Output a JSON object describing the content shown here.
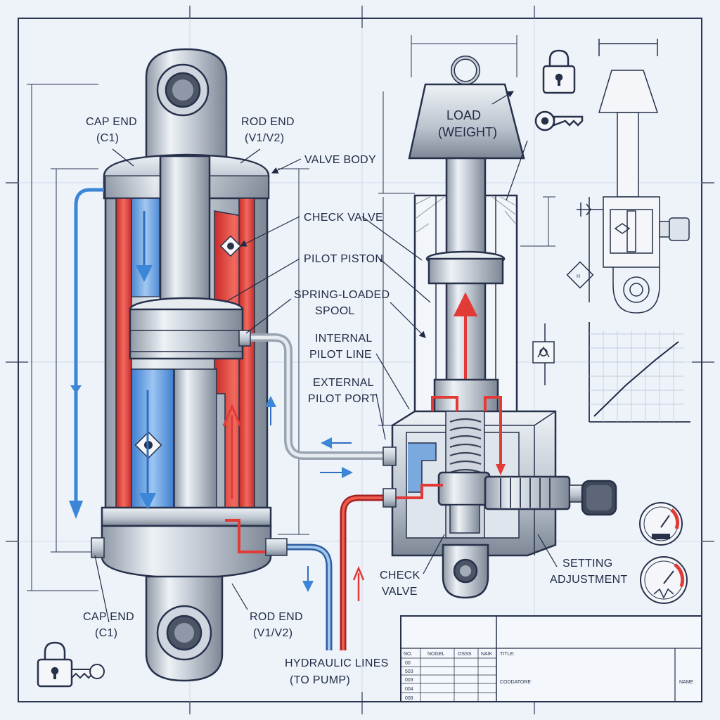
{
  "labels": {
    "cap_end_top": [
      "CAP END",
      "(C1)"
    ],
    "rod_end_top": [
      "ROD END",
      "(V1/V2)"
    ],
    "valve_body": "VALVE BODY",
    "check_valve_top": "CHECK VALVE",
    "pilot_piston": "PILOT PISTON",
    "spring_loaded_spool": [
      "SPRING-LOADED",
      "SPOOL"
    ],
    "internal_pilot_line": [
      "INTERNAL",
      "PILOT LINE"
    ],
    "external_pilot_port": [
      "EXTERNAL",
      "PILOT PORT"
    ],
    "cap_end_bottom": [
      "CAP END",
      "(C1)"
    ],
    "rod_end_bottom": [
      "ROD END",
      "(V1/V2)"
    ],
    "hydraulic_lines": [
      "HYDRAULIC LINES",
      "(TO PUMP)"
    ],
    "check_valve_bottom": [
      "CHECK",
      "VALVE"
    ],
    "setting_adjustment": [
      "SETTING",
      "ADJUSTMENT"
    ],
    "load": [
      "LOAD",
      "(WEIGHT)"
    ]
  },
  "title_block": {
    "headers": [
      "NO.",
      "NOGEL",
      "OSSS",
      "NAIK"
    ],
    "row_numbers": [
      "00",
      "503",
      "003",
      "004",
      "008"
    ],
    "title_label": "TITLE:",
    "company_label": "CODDATORE",
    "name_label": "NAME"
  },
  "colors": {
    "pressure_red": "#e23a36",
    "return_blue": "#3b86d6",
    "steel": "#b9c2cd",
    "ink": "#27314a"
  }
}
